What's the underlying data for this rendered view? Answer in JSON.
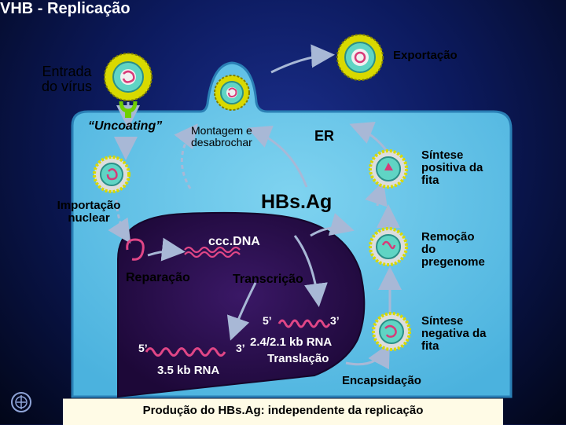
{
  "title": "VHB - Replicação",
  "labels": {
    "exportacao": "Exportação",
    "entrada_l1": "Entrada",
    "entrada_l2": "do vírus",
    "uncoating": "“Uncoating”",
    "montagem_l1": "Montagem e",
    "montagem_l2": "desabrochar",
    "er": "ER",
    "sintese_pos_l1": "Síntese",
    "sintese_pos_l2": "positiva da",
    "sintese_pos_l3": "fita",
    "hbsag": "HBs.Ag",
    "importacao_l1": "Importação",
    "importacao_l2": "nuclear",
    "cccdna": "ccc.DNA",
    "remocao_l1": "Remoção",
    "remocao_l2": "do",
    "remocao_l3": "pregenome",
    "reparacao": "Reparação",
    "transcricao": "Transcrição",
    "five_prime_a": "5’",
    "three_prime_a": "3’",
    "five_prime_b": "5’",
    "three_prime_b": "3’",
    "rna_24": "2.4/2.1 kb RNA",
    "translacao": "Translação",
    "sintese_neg_l1": "Síntese",
    "sintese_neg_l2": "negativa da",
    "sintese_neg_l3": "fita",
    "rna_35": "3.5 kb RNA",
    "encapsidacao": "Encapsidação"
  },
  "footer": "Produção do HBs.Ag: independente da replicação",
  "colors": {
    "cell": "#5ec0e6",
    "nucleus": "#2a0f4e",
    "virus_outer": "#d9d900",
    "virus_capsid": "#60d4c4",
    "dna": "#d83a78",
    "arrow": "#a8b8d6",
    "receptor": "#70d000",
    "footer_bg": "#fffbe6"
  }
}
